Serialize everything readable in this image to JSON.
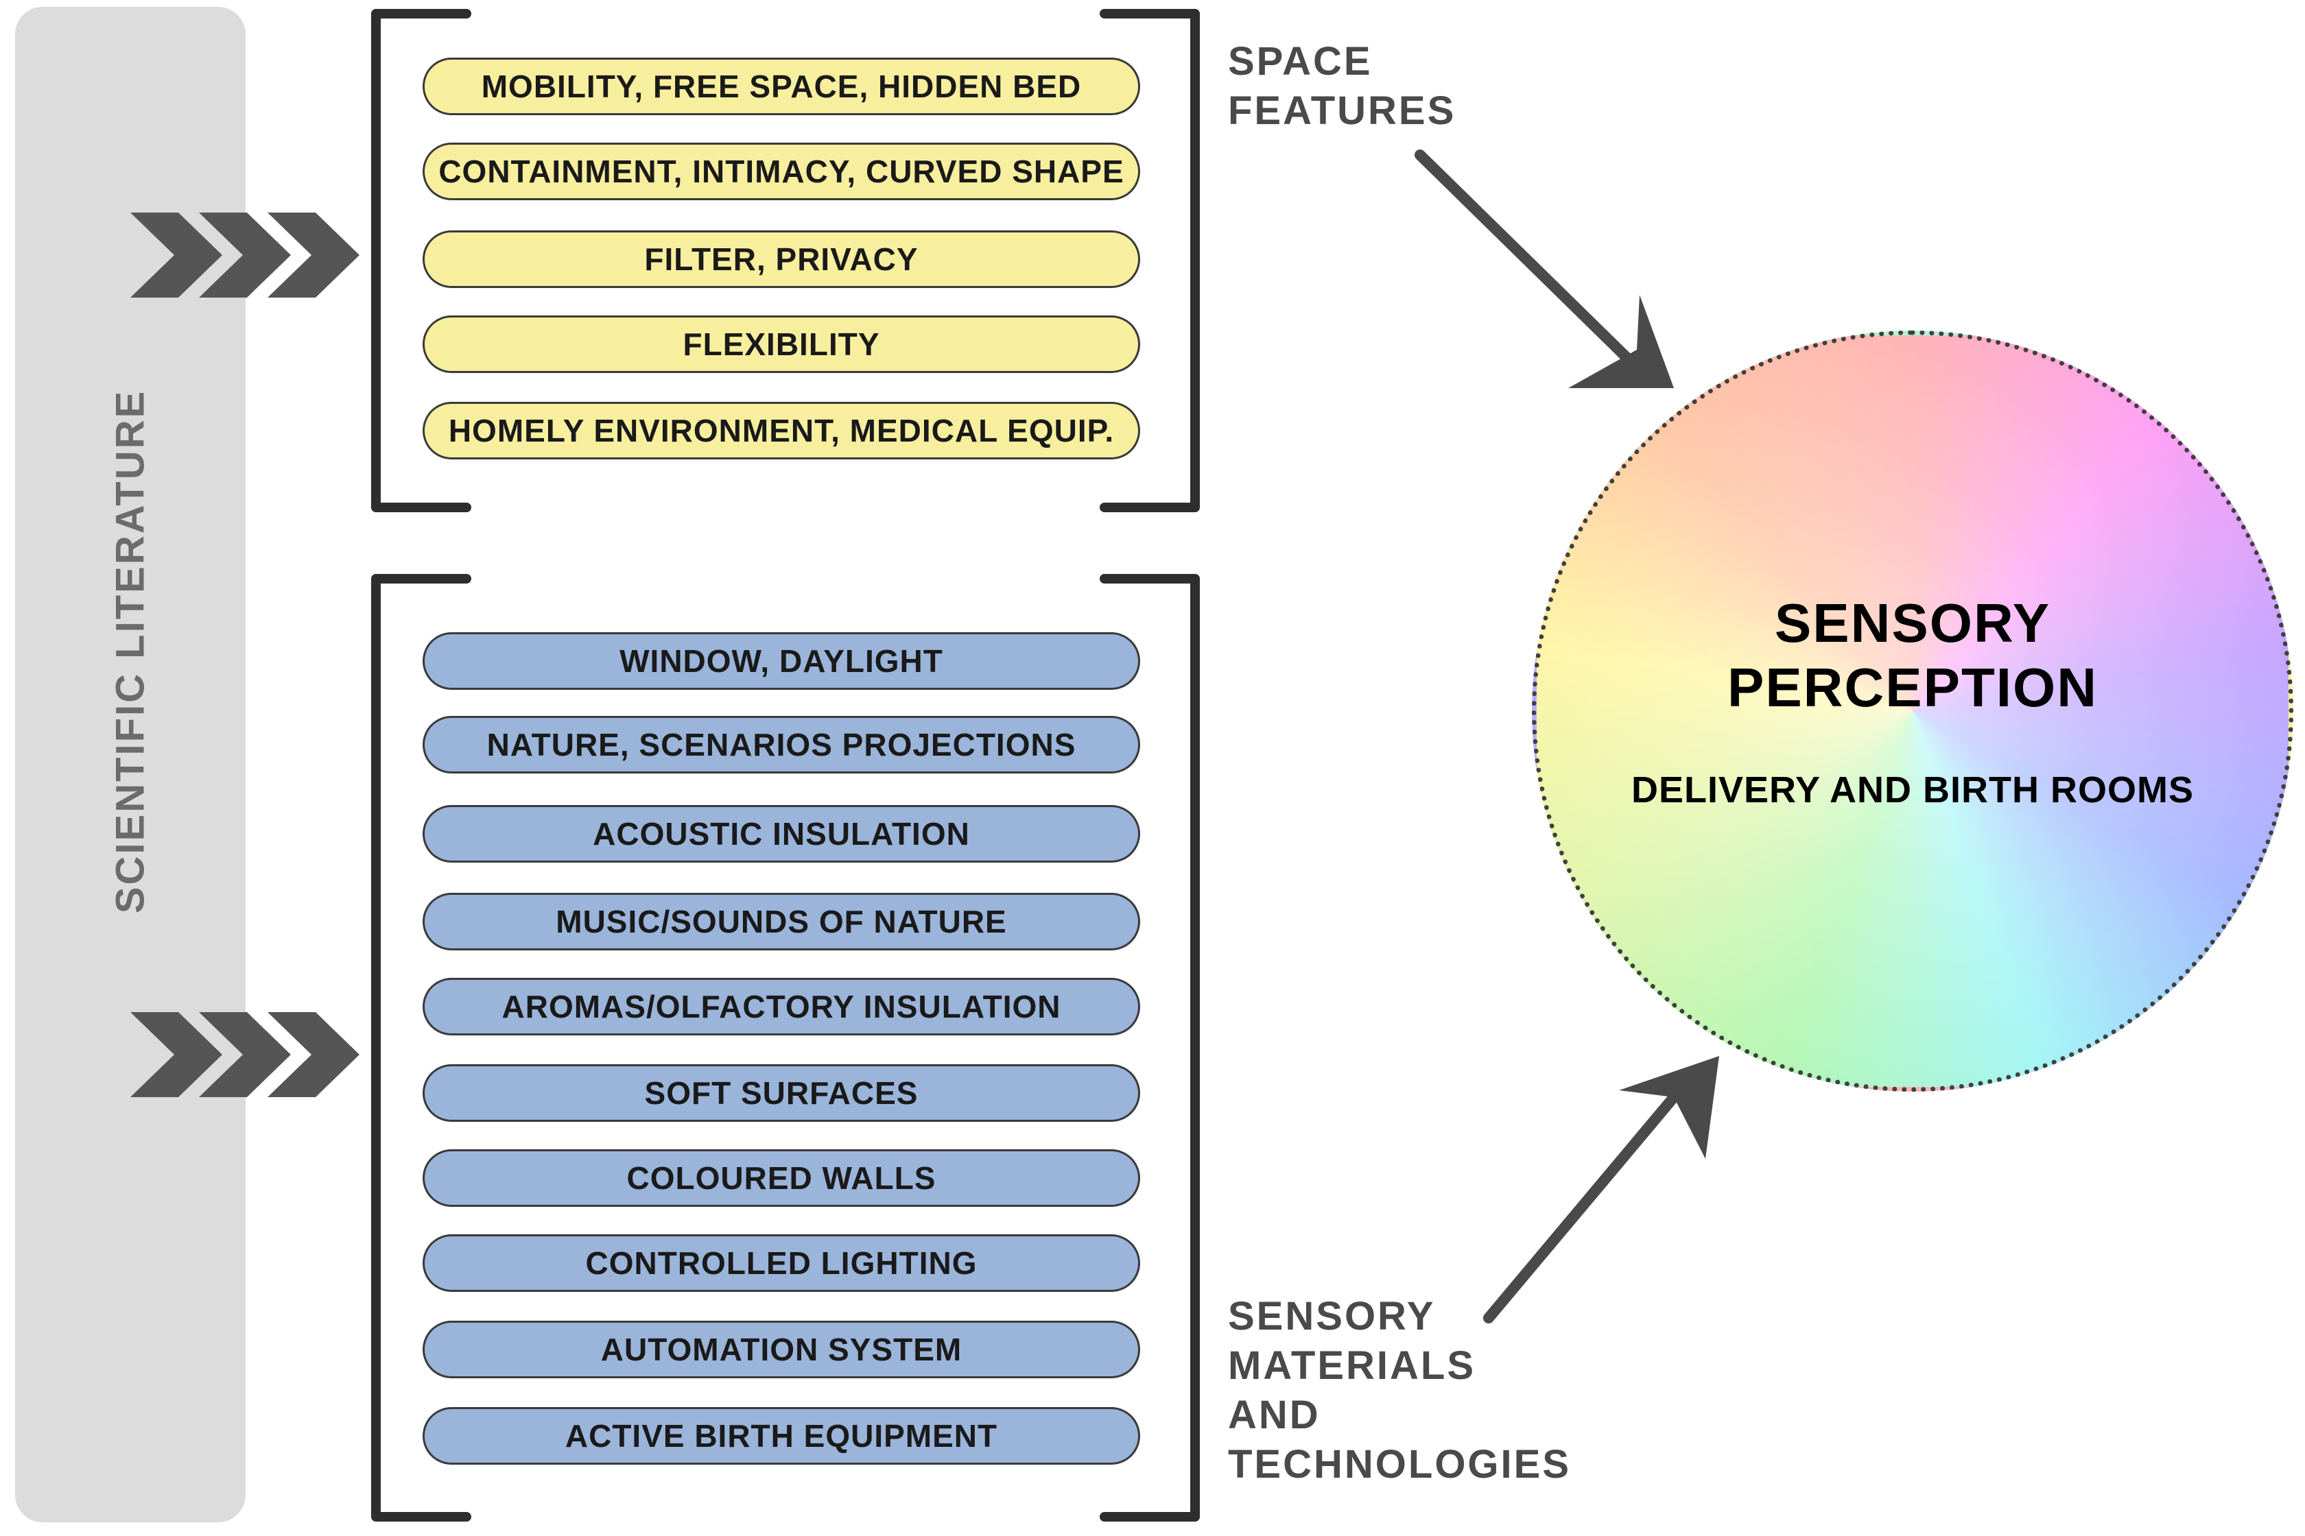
{
  "sidebar": {
    "label": "SCIENTIFIC LITERATURE"
  },
  "space_features": {
    "heading": [
      "SPACE",
      "FEATURES"
    ],
    "items": [
      "MOBILITY, FREE SPACE, HIDDEN BED",
      "CONTAINMENT, INTIMACY, CURVED SHAPE",
      "FILTER, PRIVACY",
      "FLEXIBILITY",
      "HOMELY ENVIRONMENT, MEDICAL EQUIP."
    ]
  },
  "sensory_materials": {
    "heading": [
      "SENSORY",
      "MATERIALS",
      "AND",
      "TECHNOLOGIES"
    ],
    "items": [
      "WINDOW, DAYLIGHT",
      "NATURE, SCENARIOS PROJECTIONS",
      "ACOUSTIC INSULATION",
      "MUSIC/SOUNDS OF NATURE",
      "AROMAS/OLFACTORY INSULATION",
      "SOFT SURFACES",
      "COLOURED WALLS",
      "CONTROLLED LIGHTING",
      "AUTOMATION SYSTEM",
      "ACTIVE BIRTH EQUIPMENT"
    ]
  },
  "circle": {
    "title_line1": "SENSORY",
    "title_line2": "PERCEPTION",
    "subtitle": "DELIVERY AND BIRTH ROOMS"
  },
  "colors": {
    "space_pill": "#f8ef9e",
    "material_pill": "#9ab4da",
    "sidebar": "#dcdcdc",
    "chevron": "#555555",
    "arrow": "#4a4a4a"
  }
}
